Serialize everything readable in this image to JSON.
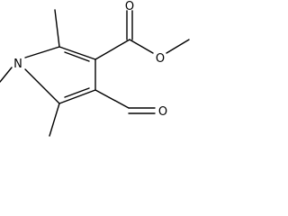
{
  "molecule": {
    "atoms": {
      "nitrogen": "N",
      "ester_carbonyl_oxygen": "O",
      "ester_ether_oxygen": "O",
      "aldehyde_oxygen": "O"
    }
  },
  "colors": {
    "bond": "#000000",
    "background": "#ffffff"
  }
}
